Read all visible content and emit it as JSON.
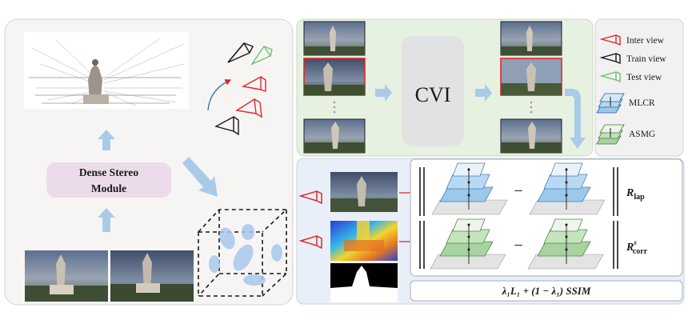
{
  "left_panel": {
    "module_line1": "Dense Stereo",
    "module_line2": "Module"
  },
  "top_panel": {
    "cvi_label": "CVI"
  },
  "legend": {
    "inter_view": "Inter view",
    "train_view": "Train view",
    "test_view": "Test view",
    "mlcr": "MLCR",
    "asmg": "ASMG"
  },
  "bottom_panel": {
    "r_lap_main": "R",
    "r_lap_sub": "lap",
    "r_corr_main": "R",
    "r_corr_sup": "s",
    "r_corr_sub": "corr",
    "loss_formula": "λ₁L₁ + (1 − λ₁) SSIM",
    "minus": "−"
  },
  "colors": {
    "inter_view": "#e0282a",
    "train_view": "#1a1a1a",
    "test_view": "#6cc26a",
    "mlcr_layer": "#9cc8ec",
    "asmg_layer": "#a8d3a0",
    "module_box": "#ecdcea",
    "top_panel_bg": "#e6f1e1",
    "bottom_panel_bg": "#e9eff8",
    "cvi_box": "#e2e2e2",
    "arrow_blue": "#a9cbe9"
  }
}
